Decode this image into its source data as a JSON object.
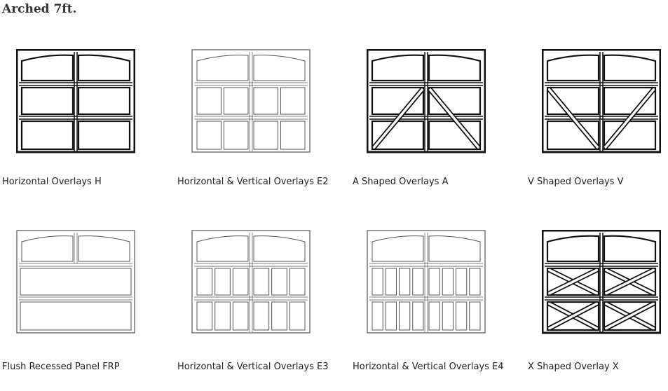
{
  "title": "Arched 7ft.",
  "doors": [
    {
      "label": "Horizontal Overlays H",
      "style": "H",
      "dark": true
    },
    {
      "label": "Horizontal & Vertical Overlays E2",
      "style": "E2",
      "dark": false
    },
    {
      "label": "A Shaped Overlays A",
      "style": "A",
      "dark": true
    },
    {
      "label": "V Shaped Overlays V",
      "style": "V",
      "dark": true
    },
    {
      "label": "Flush Recessed Panel FRP",
      "style": "FRP",
      "dark": false
    },
    {
      "label": "Horizontal & Vertical Overlays E3",
      "style": "E3",
      "dark": false
    },
    {
      "label": "Horizontal & Vertical Overlays E4",
      "style": "E4",
      "dark": false
    },
    {
      "label": "X Shaped Overlay X",
      "style": "X",
      "dark": true
    }
  ]
}
